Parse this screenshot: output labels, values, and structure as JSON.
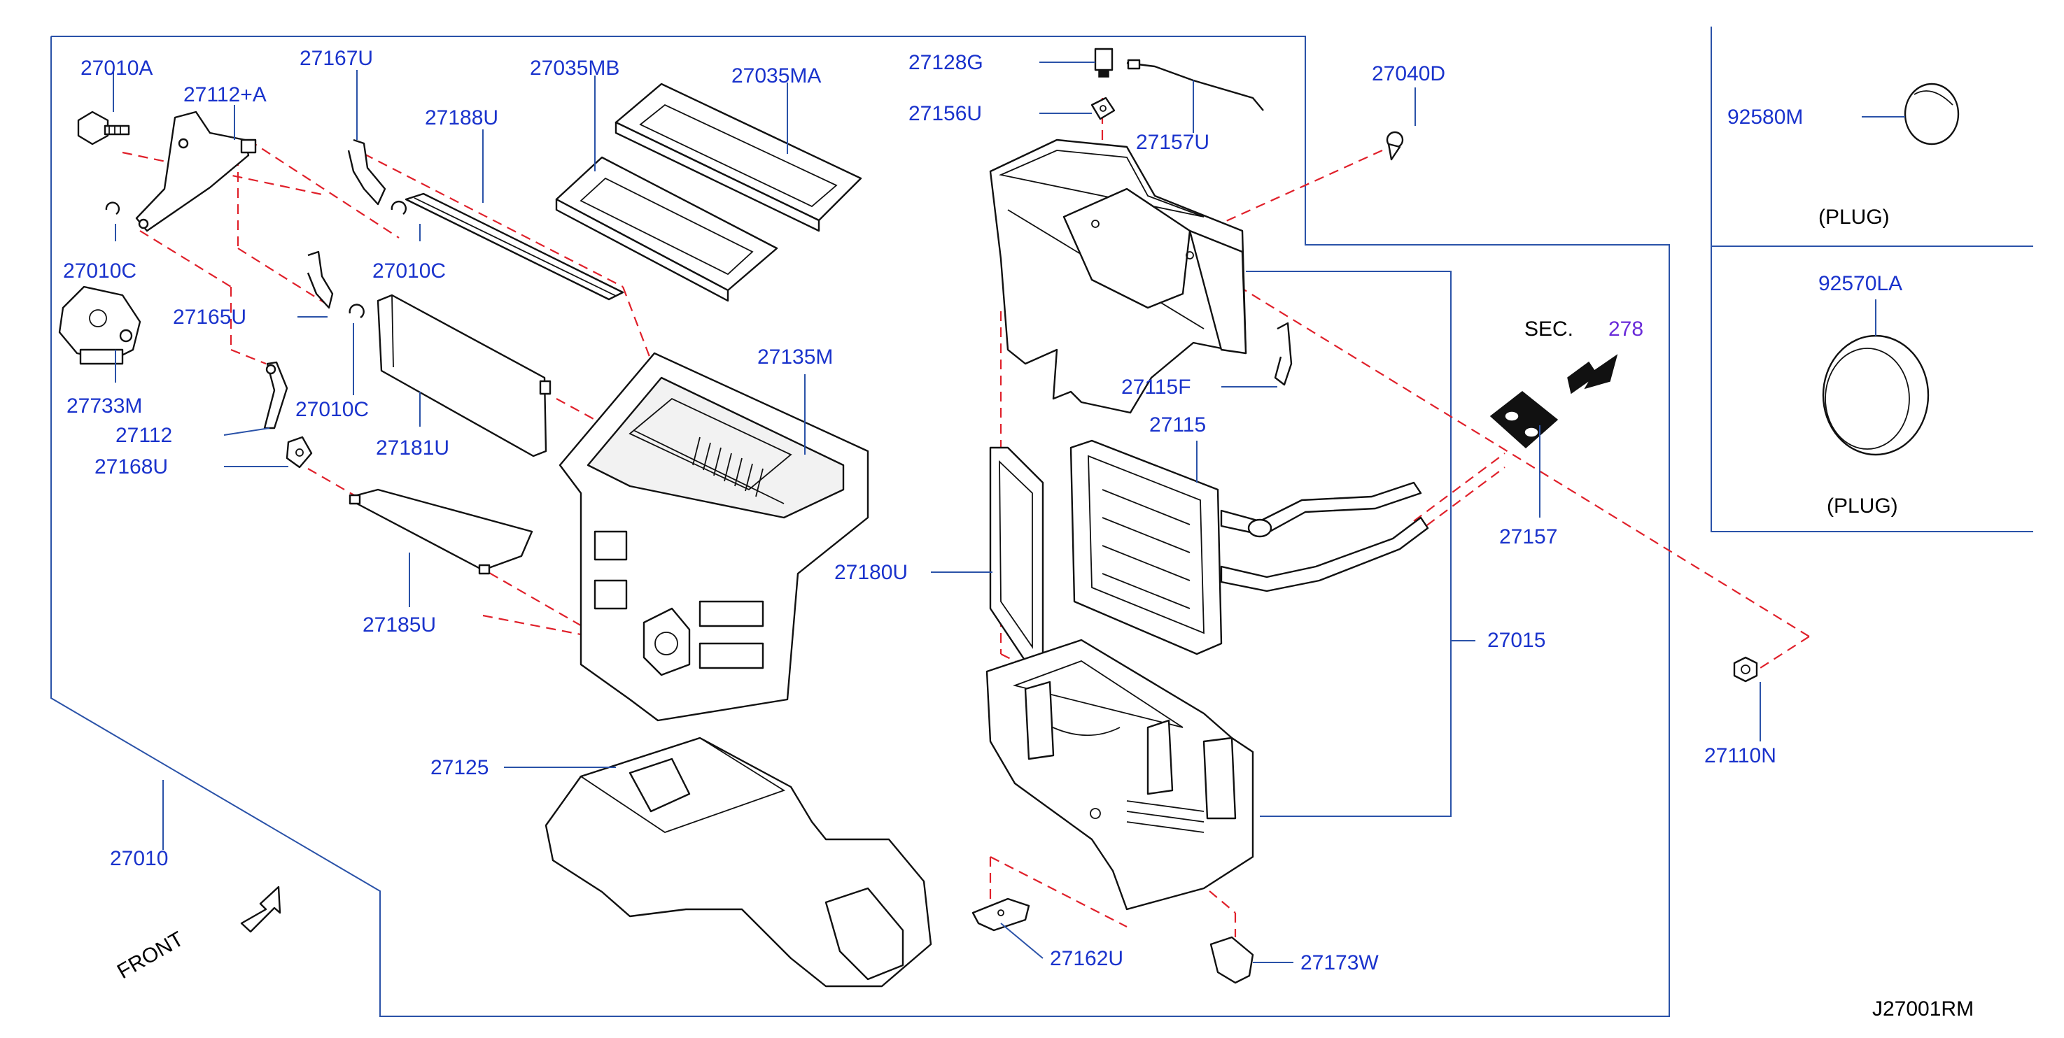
{
  "labels": {
    "p27010A": "27010A",
    "p27112A": "27112+A",
    "p27167U": "27167U",
    "p27035MB": "27035MB",
    "p27035MA": "27035MA",
    "p27188U": "27188U",
    "p27010C_1": "27010C",
    "p27010C_2": "27010C",
    "p27010C_3": "27010C",
    "p27165U": "27165U",
    "p27733M": "27733M",
    "p27112": "27112",
    "p27168U": "27168U",
    "p27181U": "27181U",
    "p27135M": "27135M",
    "p27185U": "27185U",
    "p27125": "27125",
    "p27010": "27010",
    "p27128G": "27128G",
    "p27156U": "27156U",
    "p27157U": "27157U",
    "p27040D": "27040D",
    "p27115F": "27115F",
    "p27115": "27115",
    "p27180U": "27180U",
    "p27015": "27015",
    "p27157": "27157",
    "p27110N": "27110N",
    "p27162U": "27162U",
    "p27173W": "27173W",
    "p92580M": "92580M",
    "p92570LA": "92570LA",
    "plug1": "(PLUG)",
    "plug2": "(PLUG)",
    "sec": "SEC.",
    "sec_ref": "278",
    "front": "FRONT",
    "drawing_id": "J27001RM"
  },
  "colors": {
    "part_number": "#1a33cc",
    "section_ref": "#6a2bd9",
    "frame": "#2a52a8",
    "callout_dash": "#e0202a",
    "linework": "#111111"
  }
}
